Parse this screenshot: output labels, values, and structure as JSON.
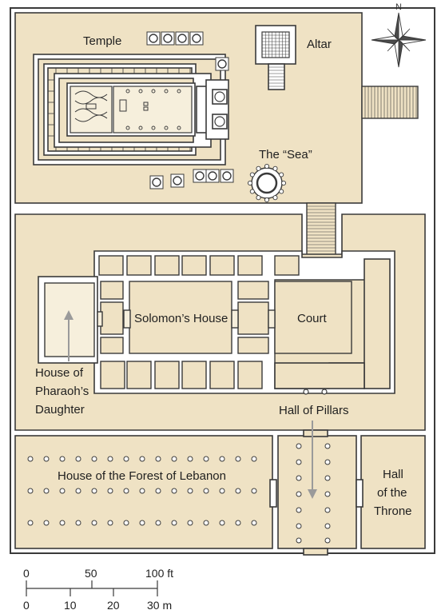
{
  "labels": {
    "temple": "Temple",
    "altar": "Altar",
    "sea": "The “Sea”",
    "solomons_house": "Solomon’s House",
    "court": "Court",
    "pharaoh_line1": "House of",
    "pharaoh_line2": "Pharaoh’s",
    "pharaoh_line3": "Daughter",
    "hall_of_pillars": "Hall of Pillars",
    "forest": "House of the Forest of Lebanon",
    "throne_line1": "Hall",
    "throne_line2": "of the",
    "throne_line3": "Throne"
  },
  "compass": {
    "north_label": "N"
  },
  "scale": {
    "ft_ticks": [
      "0",
      "50",
      "100 ft"
    ],
    "m_ticks": [
      "0",
      "10",
      "20",
      "30 m"
    ]
  },
  "colors": {
    "tan": "#efe2c4",
    "wall": "#3a3a3a",
    "arrow": "#9a9a9a"
  }
}
